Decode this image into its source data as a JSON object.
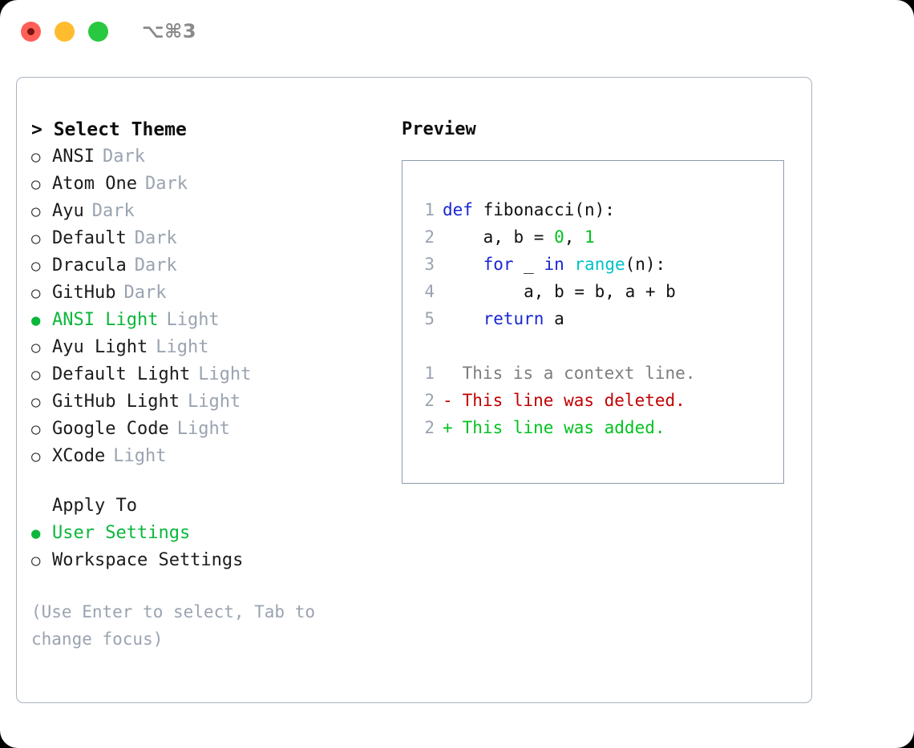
{
  "titlebar": {
    "shortcut": "⌥⌘3",
    "buttons": [
      {
        "name": "close",
        "color": "#ff5f57"
      },
      {
        "name": "minimize",
        "color": "#febc2e"
      },
      {
        "name": "maximize",
        "color": "#28c840"
      }
    ]
  },
  "theme_picker": {
    "heading": "> Select Theme",
    "selected_marker": "●",
    "unselected_marker": "○",
    "items": [
      {
        "label": "ANSI",
        "variant": "Dark",
        "selected": false
      },
      {
        "label": "Atom One",
        "variant": "Dark",
        "selected": false
      },
      {
        "label": "Ayu",
        "variant": "Dark",
        "selected": false
      },
      {
        "label": "Default",
        "variant": "Dark",
        "selected": false
      },
      {
        "label": "Dracula",
        "variant": "Dark",
        "selected": false
      },
      {
        "label": "GitHub",
        "variant": "Dark",
        "selected": false
      },
      {
        "label": "ANSI Light",
        "variant": "Light",
        "selected": true
      },
      {
        "label": "Ayu Light",
        "variant": "Light",
        "selected": false
      },
      {
        "label": "Default Light",
        "variant": "Light",
        "selected": false
      },
      {
        "label": "GitHub Light",
        "variant": "Light",
        "selected": false
      },
      {
        "label": "Google Code",
        "variant": "Light",
        "selected": false
      },
      {
        "label": "XCode",
        "variant": "Light",
        "selected": false
      }
    ]
  },
  "apply_to": {
    "heading": "Apply To",
    "items": [
      {
        "label": "User Settings",
        "selected": true
      },
      {
        "label": "Workspace Settings",
        "selected": false
      }
    ]
  },
  "hint": "(Use Enter to select, Tab to change focus)",
  "preview": {
    "heading": "Preview",
    "code": [
      {
        "num": "1",
        "tokens": [
          {
            "text": "def ",
            "type": "kw"
          },
          {
            "text": "fibonacci(n):",
            "type": "txt"
          }
        ]
      },
      {
        "num": "2",
        "tokens": [
          {
            "text": "    a, b = ",
            "type": "txt"
          },
          {
            "text": "0",
            "type": "num"
          },
          {
            "text": ", ",
            "type": "txt"
          },
          {
            "text": "1",
            "type": "num"
          }
        ]
      },
      {
        "num": "3",
        "tokens": [
          {
            "text": "    ",
            "type": "txt"
          },
          {
            "text": "for",
            "type": "kw"
          },
          {
            "text": " _ ",
            "type": "txt"
          },
          {
            "text": "in",
            "type": "kw"
          },
          {
            "text": " ",
            "type": "txt"
          },
          {
            "text": "range",
            "type": "fn"
          },
          {
            "text": "(n):",
            "type": "txt"
          }
        ]
      },
      {
        "num": "4",
        "tokens": [
          {
            "text": "        a, b = b, a + b",
            "type": "txt"
          }
        ]
      },
      {
        "num": "5",
        "tokens": [
          {
            "text": "    ",
            "type": "txt"
          },
          {
            "text": "return",
            "type": "kw"
          },
          {
            "text": " a",
            "type": "txt"
          }
        ]
      }
    ],
    "diff": [
      {
        "num": "1",
        "sign": " ",
        "text": "This is a context line.",
        "type": "ctx"
      },
      {
        "num": "2",
        "sign": "-",
        "text": "This line was deleted.",
        "type": "del"
      },
      {
        "num": "2",
        "sign": "+",
        "text": "This line was added.",
        "type": "add"
      }
    ]
  },
  "colors": {
    "accent_green": "#0bb73b",
    "keyword_blue": "#1726d4",
    "function_cyan": "#00c2c7",
    "number_green": "#00c21f",
    "diff_deleted_red": "#c20000",
    "diff_added_green": "#00c21f",
    "muted_gray": "#9aa3b0",
    "border_gray": "#aab3c0"
  }
}
